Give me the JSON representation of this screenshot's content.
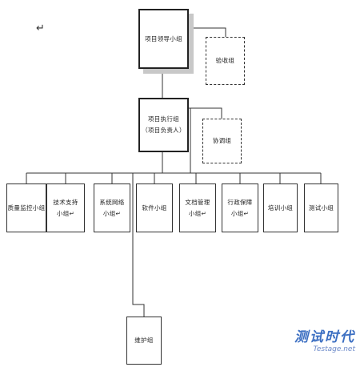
{
  "chart": {
    "leader": "项目领导小组",
    "acceptance": "验收组",
    "executive": "项目执行组\n（项目负责人）",
    "coordination": "协调组",
    "teams": [
      "质量监控小组",
      "技术支持\n小组↵",
      "系统网络\n小组↵",
      "软件小组",
      "文档管理\n小组↵",
      "行政保障\n小组↵",
      "培训小组",
      "测试小组"
    ],
    "maintenance": "维护组"
  },
  "para_mark": "↵",
  "logo": {
    "main": "测试时代",
    "sub": "Testage.net"
  },
  "colors": {
    "line": "#333333",
    "shadow": "#c8c8c8",
    "logo": "#3c6fc2"
  }
}
